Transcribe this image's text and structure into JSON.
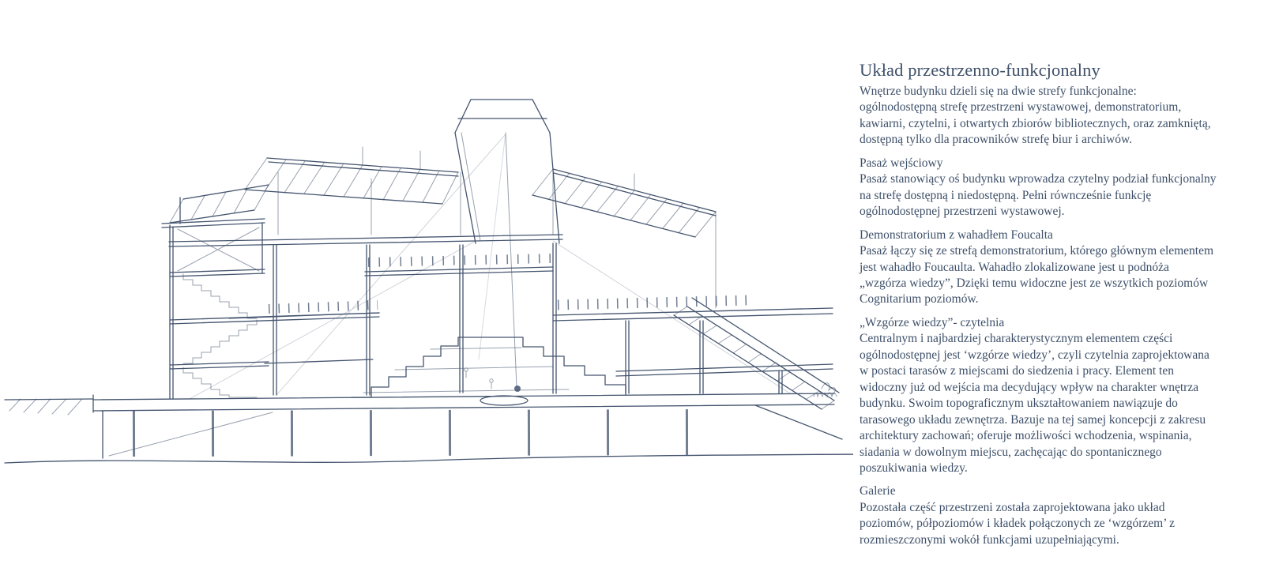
{
  "palette": {
    "ink": "#44546e",
    "text": "#3e5069",
    "background": "#ffffff"
  },
  "figure": {
    "name": "building-section-sketch"
  },
  "article": {
    "title": "Układ przestrzenno-funkcjonalny",
    "intro": "Wnętrze budynku dzieli się na dwie strefy funkcjonalne: ogólnodostępną strefę przestrzeni wystawowej, demonstratorium, kawiarni, czytelni, i otwartych zbiorów bibliotecznych, oraz zamkniętą, dostępną tylko dla pracowników strefę biur i archiwów.",
    "sections": [
      {
        "heading": "Pasaż wejściowy",
        "body": "Pasaż stanowiący oś budynku wprowadza czytelny podział funkcjonalny na strefę dostępną i niedostępną. Pełni równcześnie funkcję ogólnodostępnej przestrzeni wystawowej."
      },
      {
        "heading": "Demonstratorium z wahadłem Foucalta",
        "body": "Pasaż łączy się ze strefą demonstratorium, którego głównym elementem jest wahadło Foucaulta. Wahadło zlokalizowane jest u podnóża „wzgórza wiedzy”, Dzięki temu widoczne jest ze wszytkich poziomów Cognitarium poziomów."
      },
      {
        "heading": "„Wzgórze wiedzy”- czytelnia",
        "body": "Centralnym i najbardziej charakterystycznym elementem części ogólnodostępnej jest ‘wzgórze wiedzy’, czyli czytelnia zaprojektowana w postaci tarasów z miejscami do siedzenia i pracy. Element ten widoczny już od wejścia ma decydujący wpływ na charakter wnętrza budynku. Swoim topograficznym ukształtowaniem nawiązuje do tarasowego układu zewnętrza. Bazuje na tej samej koncepcji z zakresu architektury zachowań; oferuje możliwości wchodzenia, wspinania, siadania w dowolnym miejscu, zachęcając do spontanicznego poszukiwania wiedzy."
      },
      {
        "heading": "Galerie",
        "body": "Pozostała część przestrzeni została zaprojektowana jako układ poziomów, półpoziomów i kładek połączonych ze ‘wzgórzem’ z rozmieszczonymi wokół funkcjami uzupełniającymi."
      }
    ]
  }
}
